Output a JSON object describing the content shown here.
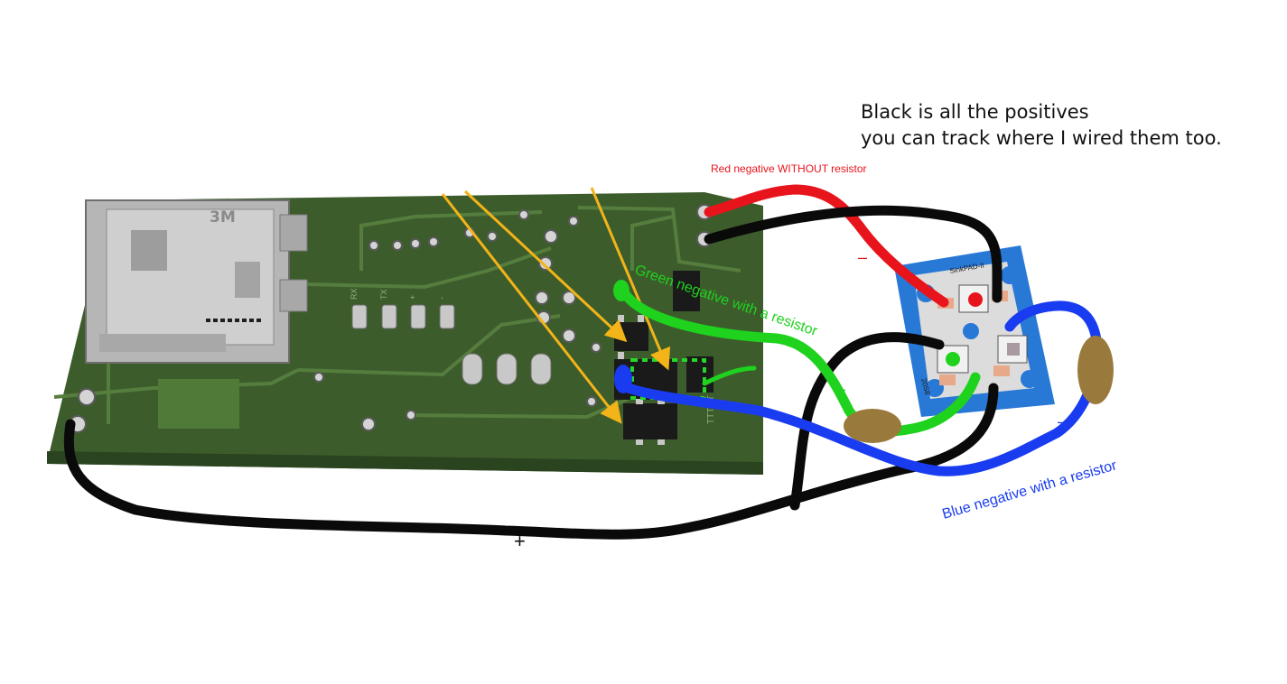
{
  "notes": {
    "line1": "Black is all the positives",
    "line2": "you can track where I wired them too."
  },
  "labels": {
    "red": "Red negative WITHOUT resistor",
    "green": "Green negative with a resistor",
    "blue": "Blue negative with a resistor",
    "plus": "+",
    "minus": "–"
  },
  "pcb": {
    "card_logo": "3M",
    "pads": [
      "RX",
      "TX",
      "+",
      "-"
    ],
    "edge_text": "TTTOT"
  },
  "led_board": {
    "brand": "SinkPAD-II",
    "code": "20S8"
  },
  "colors": {
    "pcb": "#3d5c2c",
    "red_wire": "#e8141c",
    "black_wire": "#0a0a0a",
    "green_wire": "#1ed21e",
    "blue_wire": "#1a3cf0",
    "arrow": "#f2b418",
    "resistor": "#9a7a3c",
    "led_board": "#2878d6"
  }
}
